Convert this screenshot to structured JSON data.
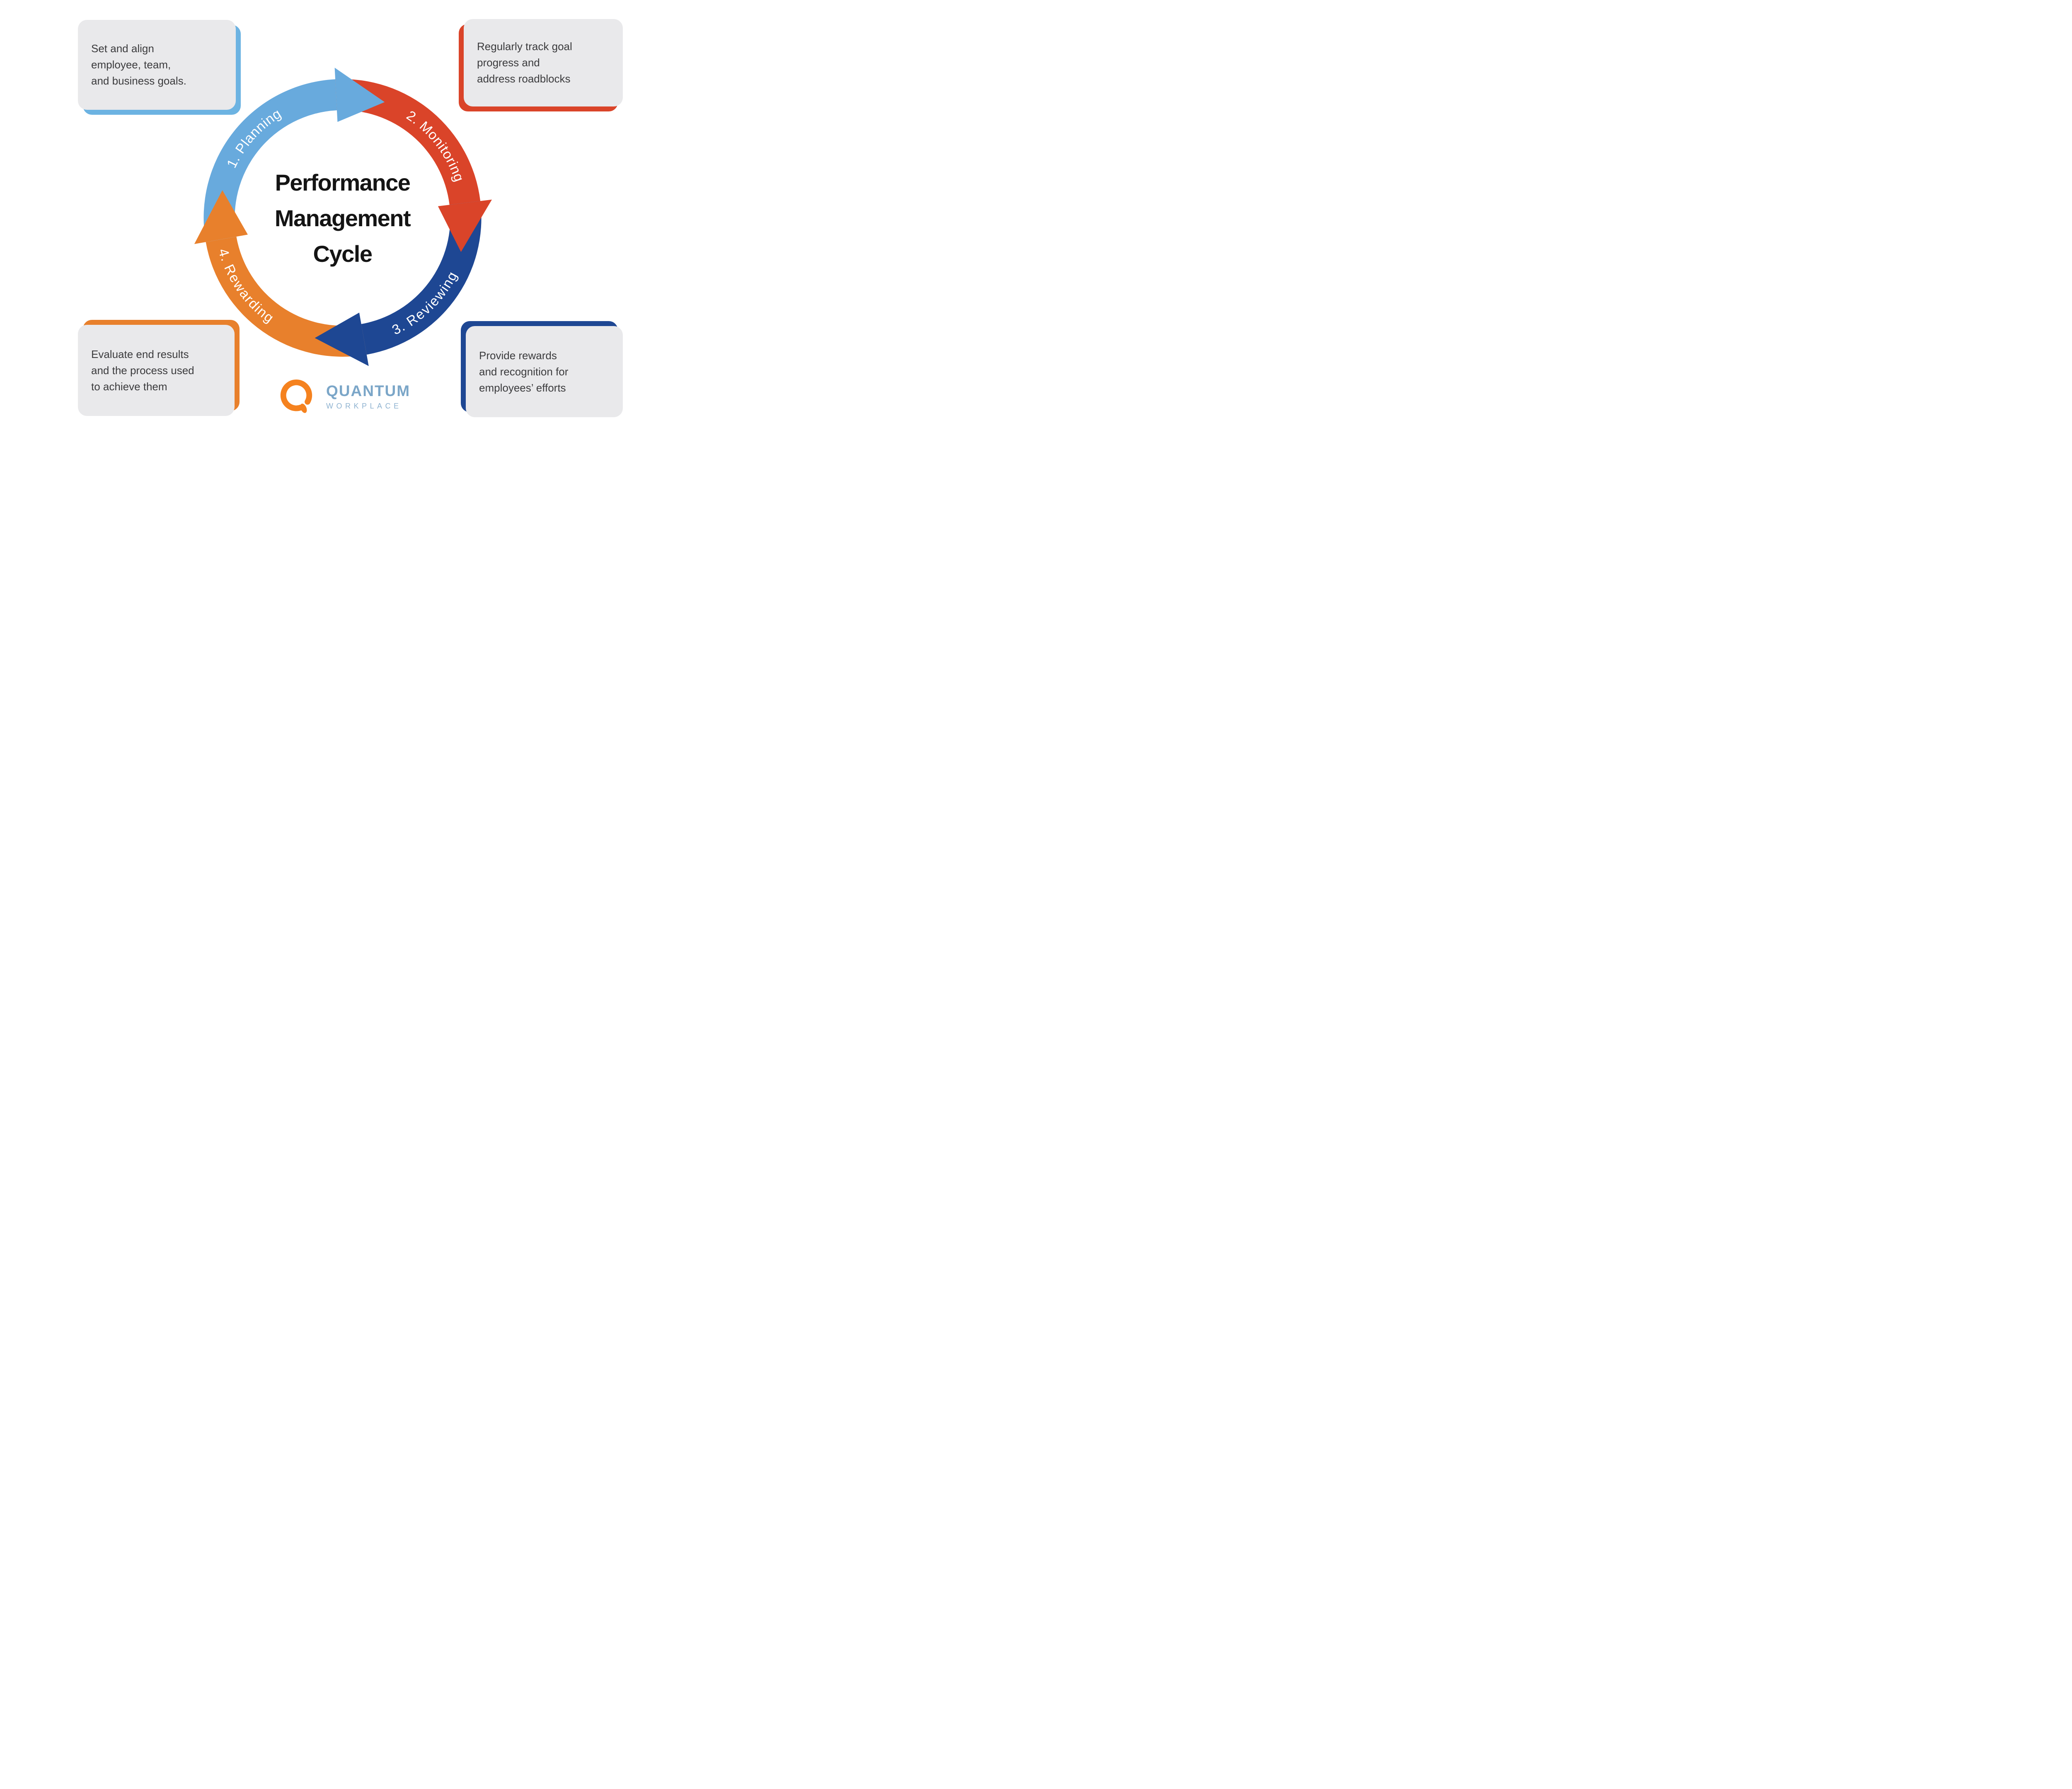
{
  "title": "Performance\nManagement\nCycle",
  "cycle": {
    "segments": [
      {
        "label": "1. Planning",
        "color": "#68aadd"
      },
      {
        "label": "2. Monitoring",
        "color": "#da4429"
      },
      {
        "label": "3. Reviewing",
        "color": "#1e4793"
      },
      {
        "label": "4. Rewarding",
        "color": "#e8802c"
      }
    ]
  },
  "callouts": {
    "top_left": {
      "text": "Set and align\nemployee, team,\nand business goals.",
      "accent": "#6cb3e2"
    },
    "top_right": {
      "text": "Regularly track goal\nprogress and\naddress roadblocks",
      "accent": "#da4429"
    },
    "bottom_left": {
      "text": "Evaluate end results\nand the process used\nto achieve them",
      "accent": "#e8802c"
    },
    "bottom_right": {
      "text": "Provide rewards\nand recognition for\nemployees’ efforts",
      "accent": "#1e4793"
    }
  },
  "logo": {
    "brand": "QUANTUM",
    "sub": "WORKPLACE",
    "mark_color": "#f5821f",
    "brand_color": "#7ba6c8",
    "sub_color": "#8fb3d1"
  }
}
